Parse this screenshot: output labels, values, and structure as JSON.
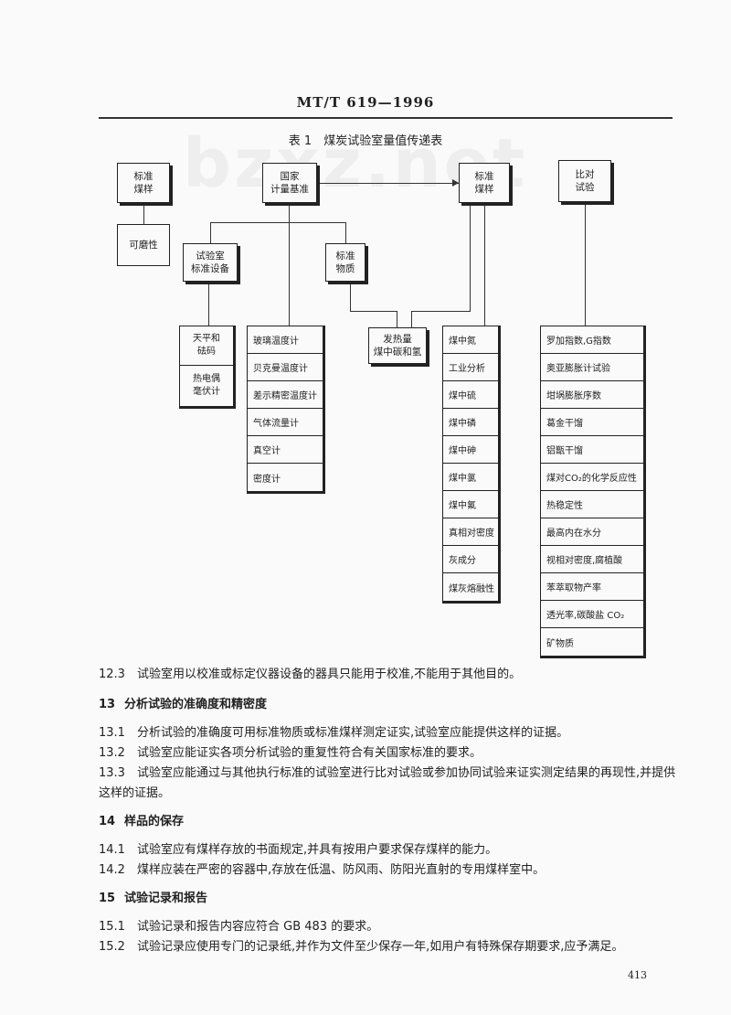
{
  "header": "MT/T 619—1996",
  "watermark": "bzxz.net",
  "table_title": "表 1　煤炭试验室量值传递表",
  "diagram": {
    "biaozhun_meiyang_left": "标准\n煤样",
    "kemoxing": "可磨性",
    "guojia": "国家\n计量基准",
    "biaozhun_meiyang_right": "标准\n煤样",
    "bidui": "比对\n试验",
    "sys_shebei": "试验室\n标准设备",
    "biaozhun_wuzhi": "标准\n物质",
    "fareliang": "发热量\n煤中碳和氢",
    "col_a": [
      "天平和\n砝码",
      "热电偶\n毫伏计"
    ],
    "col_b": [
      "玻璃温度计",
      "贝克曼温度计",
      "差示精密温度计",
      "气体流量计",
      "真空计",
      "密度计"
    ],
    "col_c": [
      "煤中氮",
      "工业分析",
      "煤中硫",
      "煤中磷",
      "煤中砷",
      "煤中氯",
      "煤中氟",
      "真相对密度",
      "灰成分",
      "煤灰熔融性"
    ],
    "col_d": [
      "罗加指数,G指数",
      "奥亚膨胀计试验",
      "坩埚膨胀序数",
      "葛金干馏",
      "铝甑干馏",
      "煤对CO₂的化学反应性",
      "热稳定性",
      "最高内在水分",
      "视相对密度,腐植酸",
      "苯萃取物产率",
      "透光率,碳酸盐 CO₂",
      "矿物质"
    ]
  },
  "body": [
    {
      "num": "12.3",
      "text": "试验室用以校准或标定仪器设备的器具只能用于校准,不能用于其他目的。"
    },
    {
      "num": "13",
      "text": "分析试验的准确度和精密度",
      "section": true
    },
    {
      "num": "13.1",
      "text": "分析试验的准确度可用标准物质或标准煤样测定证实,试验室应能提供这样的证据。"
    },
    {
      "num": "13.2",
      "text": "试验室应能证实各项分析试验的重复性符合有关国家标准的要求。"
    },
    {
      "num": "13.3",
      "text": "试验室应能通过与其他执行标准的试验室进行比对试验或参加协同试验来证实测定结果的再现性,并提供这样的证据。"
    },
    {
      "num": "14",
      "text": "样品的保存",
      "section": true
    },
    {
      "num": "14.1",
      "text": "试验室应有煤样存放的书面规定,并具有按用户要求保存煤样的能力。"
    },
    {
      "num": "14.2",
      "text": "煤样应装在严密的容器中,存放在低温、防风雨、防阳光直射的专用煤样室中。"
    },
    {
      "num": "15",
      "text": "试验记录和报告",
      "section": true
    },
    {
      "num": "15.1",
      "text": "试验记录和报告内容应符合 GB 483 的要求。"
    },
    {
      "num": "15.2",
      "text": "试验记录应使用专门的记录纸,并作为文件至少保存一年,如用户有特殊保存期要求,应予满足。"
    }
  ],
  "page_number": "413"
}
